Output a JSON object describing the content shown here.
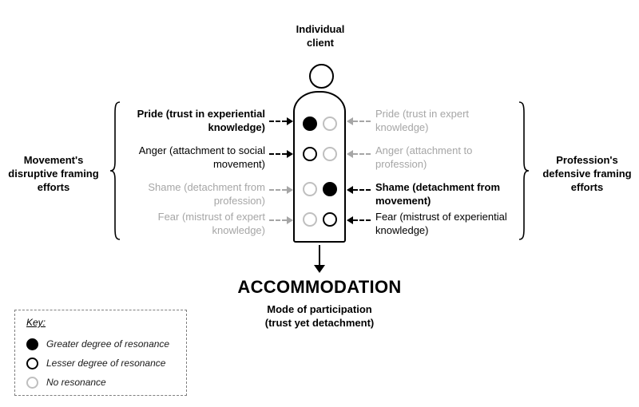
{
  "client": {
    "label": "Individual client"
  },
  "left": {
    "heading": "Movement's disruptive framing efforts",
    "items": [
      {
        "label": "Pride (trust in experiential knowledge)",
        "emphasis": "bold",
        "arrow": "black"
      },
      {
        "label": "Anger (attachment to social movement)",
        "emphasis": "normal",
        "arrow": "black"
      },
      {
        "label": "Shame (detachment from profession)",
        "emphasis": "muted",
        "arrow": "gray"
      },
      {
        "label": "Fear (mistrust of expert knowledge)",
        "emphasis": "muted",
        "arrow": "gray"
      }
    ]
  },
  "right": {
    "heading": "Profession's defensive framing efforts",
    "items": [
      {
        "label": "Pride (trust in expert knowledge)",
        "emphasis": "muted",
        "arrow": "gray"
      },
      {
        "label": "Anger (attachment to profession)",
        "emphasis": "muted",
        "arrow": "gray"
      },
      {
        "label": "Shame (detachment from movement)",
        "emphasis": "bold",
        "arrow": "black"
      },
      {
        "label": "Fear (mistrust of experiential knowledge)",
        "emphasis": "normal",
        "arrow": "black"
      }
    ]
  },
  "figure": {
    "rows": [
      {
        "left": "filled",
        "right": "none"
      },
      {
        "left": "outline",
        "right": "none"
      },
      {
        "left": "none",
        "right": "filled"
      },
      {
        "left": "none",
        "right": "outline"
      }
    ]
  },
  "outcome": {
    "title": "ACCOMMODATION",
    "subtitle1": "Mode of participation",
    "subtitle2": "(trust yet detachment)"
  },
  "key": {
    "title": "Key:",
    "items": [
      {
        "type": "filled",
        "label": "Greater degree of resonance"
      },
      {
        "type": "outline",
        "label": "Lesser degree of resonance"
      },
      {
        "type": "none",
        "label": "No resonance"
      }
    ]
  },
  "colors": {
    "ink": "#000000",
    "muted_text": "#a6a6a6",
    "muted_circle": "#bfbfbf"
  }
}
